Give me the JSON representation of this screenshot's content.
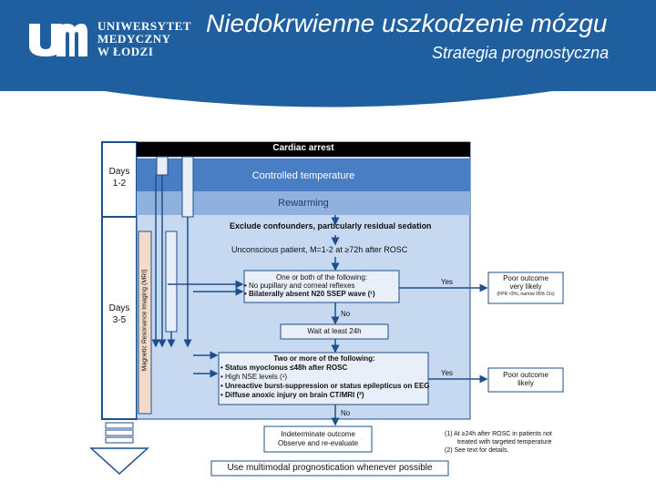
{
  "header": {
    "logo_lines": [
      "UNIWERSYTET",
      "MEDYCZNY",
      "W ŁODZI"
    ],
    "title": "Niedokrwienne uszkodzenie mózgu",
    "subtitle": "Strategia prognostyczna"
  },
  "diagram": {
    "cardiac_arrest": "Cardiac arrest",
    "controlled_temperature": "Controlled temperature",
    "rewarming": "Rewarming",
    "exclude_confounders": "Exclude confounders, particularly residual sedation",
    "unconscious_patient": "Unconscious patient, M=1-2 at ≥72h after ROSC",
    "days_1_2": [
      "Days",
      "1-2"
    ],
    "days_3_5": [
      "Days",
      "3-5"
    ],
    "mri_label": "Magnetic Resonance Imaging (MRI)",
    "box1": {
      "title": "One or both of the following:",
      "items": [
        "No pupillary and corneal reflexes",
        "Bilaterally absent N20 SSEP wave (¹)"
      ]
    },
    "yes1": "Yes",
    "no1": "No",
    "outcome1": [
      "Poor outcome",
      "very likely",
      "(FPR <5%, narrow 95% CIs)"
    ],
    "wait": "Wait at least 24h",
    "box2": {
      "title": "Two or more of the following:",
      "items": [
        "Status myoclonus ≤48h after ROSC",
        "High NSE levels (¹)",
        "Unreactive burst-suppression or status epilepticus on EEG",
        "Diffuse anoxic injury on brain CT/MRI (²)"
      ]
    },
    "yes2": "Yes",
    "no2": "No",
    "outcome2": [
      "Poor outcome",
      "likely"
    ],
    "indeterminate": [
      "Indeterminate outcome",
      "Observe and re-evaluate"
    ],
    "footnotes": [
      "(1)  At ≥24h after ROSC in patients not",
      "treated with targeted temperature",
      "(2)  See text for details."
    ],
    "multimodal": "Use multimodal prognostication whenever possible"
  }
}
